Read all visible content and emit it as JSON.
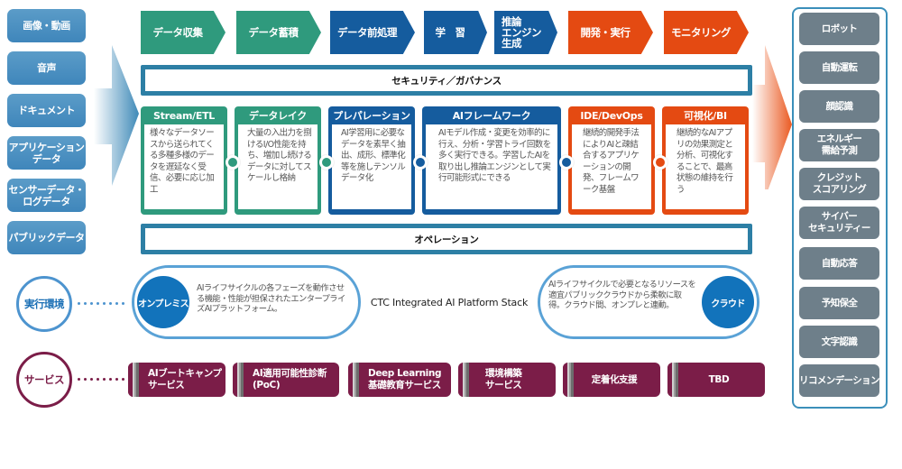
{
  "inputs": [
    {
      "label": "画像・動画"
    },
    {
      "label": "音声"
    },
    {
      "label": "ドキュメント"
    },
    {
      "label": "アプリケーション\nデータ"
    },
    {
      "label": "センサーデータ・\nログデータ"
    },
    {
      "label": "パブリックデータ"
    }
  ],
  "phases": [
    {
      "label": "データ収集",
      "color": "green"
    },
    {
      "label": "データ蓄積",
      "color": "green"
    },
    {
      "label": "データ前処理",
      "color": "blue"
    },
    {
      "label": "学　習",
      "color": "blue"
    },
    {
      "label": "推論\nエンジン\n生成",
      "color": "blue"
    },
    {
      "label": "開発・実行",
      "color": "orange"
    },
    {
      "label": "モニタリング",
      "color": "orange"
    }
  ],
  "bars": {
    "security": "セキュリティ／ガバナンス",
    "operation": "オペレーション"
  },
  "components": [
    {
      "title": "Stream/ETL",
      "body": "様々なデータソースから送られてくる多種多様のデータを遅延なく受信、必要に応じ加工",
      "color": "green"
    },
    {
      "title": "データレイク",
      "body": "大量の入出力を捌けるI/O性能を持ち、増加し続けるデータに対してスケールし格納",
      "color": "green"
    },
    {
      "title": "プレパレーション",
      "body": "AI学習用に必要なデータを素早く抽出、成形、標準化等を施しテンソルデータ化",
      "color": "blue"
    },
    {
      "title": "AIフレームワーク",
      "body": "AIモデル作成・変更を効率的に行え、分析・学習トライ回数を多く実行できる。学習したAIを取り出し推論エンジンとして実行可能形式にできる",
      "color": "blue"
    },
    {
      "title": "IDE/DevOps",
      "body": "継続的開発手法によりAIと疎結合するアプリケーションの開発、フレームワーク基盤",
      "color": "orange"
    },
    {
      "title": "可視化/BI",
      "body": "継続的なAIアプリの効果測定と分析、可視化することで、最高状態の維持を行う",
      "color": "orange"
    }
  ],
  "outputs": [
    {
      "label": "ロボット"
    },
    {
      "label": "自動運転"
    },
    {
      "label": "顔認識"
    },
    {
      "label": "エネルギー\n需給予測"
    },
    {
      "label": "クレジット\nスコアリング"
    },
    {
      "label": "サイバー\nセキュリティー"
    },
    {
      "label": "自動応答"
    },
    {
      "label": "予知保全"
    },
    {
      "label": "文字認識"
    },
    {
      "label": "リコメンデーション"
    }
  ],
  "environment": {
    "label": "実行環境",
    "onprem": {
      "label": "オンプレミス",
      "description": "AIライフサイクルの各フェーズを動作させる機能・性能が担保されたエンタープライズAIプラットフォーム。"
    },
    "stack_name": "CTC Integrated AI Platform Stack",
    "cloud": {
      "label": "クラウド",
      "description": "AIライフサイクルで必要となるリソースを適宜パブリッククラウドから柔軟に取得。クラウド間、オンプレと連動。"
    }
  },
  "services": {
    "label": "サービス",
    "items": [
      {
        "label": "AIブートキャンプ\nサービス"
      },
      {
        "label": "AI適用可能性診断\n(PoC)"
      },
      {
        "label": "Deep Learning\n基礎教育サービス"
      },
      {
        "label": "環境構築\nサービス"
      },
      {
        "label": "定着化支援"
      },
      {
        "label": "TBD"
      }
    ]
  },
  "colors": {
    "green": "#2f9a7d",
    "blue": "#155c9e",
    "orange": "#e44a12",
    "input_blue": "#4a8fc1",
    "output_gray": "#6e7f8a",
    "service_maroon": "#7b1d48",
    "env_blue": "#1273bb"
  }
}
